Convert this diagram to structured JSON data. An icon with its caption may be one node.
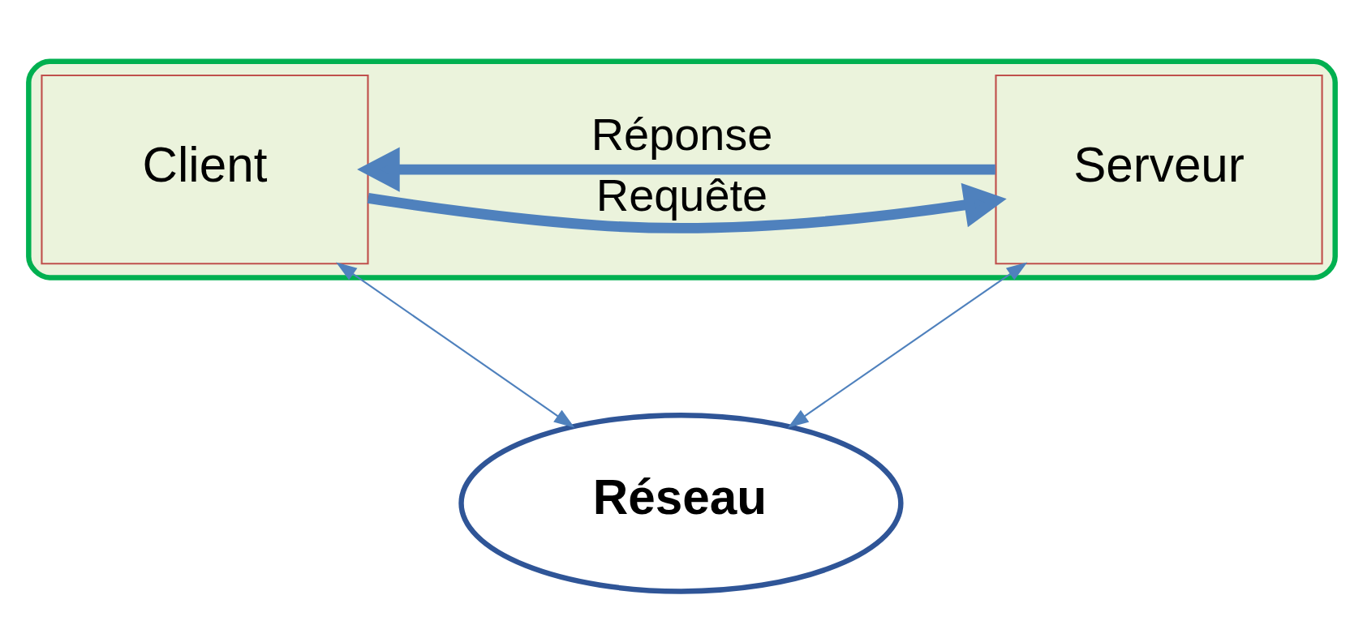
{
  "diagram": {
    "nodes": [
      {
        "text": [],
        "shape": "ellipse"
      },
      {
        "text": [
          "Client"
        ],
        "in": 0
      },
      {
        "text": [
          "Serveur"
        ],
        "in": 0
      },
      {
        "text": [
          "Réseau"
        ]
      }
    ],
    "edges": [
      {
        "from": 1,
        "to": 2,
        "arrow": "to",
        "label": "Requête",
        "style": "thick",
        "color": "#4f81bd"
      },
      {
        "from": 2,
        "to": 1,
        "arrow": "to",
        "label": "Réponse",
        "style": "thick",
        "color": "#4f81bd"
      },
      {
        "from": 1,
        "to": 3,
        "arrow": "both",
        "color": "#4f81bd"
      },
      {
        "from": 2,
        "to": 3,
        "arrow": "both",
        "color": "#4f81bd"
      }
    ]
  }
}
